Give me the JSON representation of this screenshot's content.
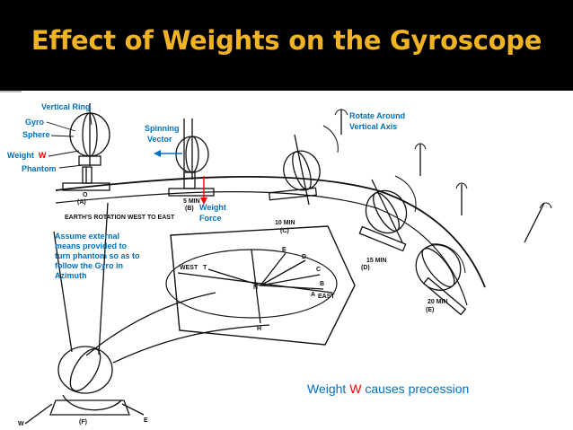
{
  "slide": {
    "title": "Effect of Weights on the Gyroscope"
  },
  "labels": {
    "vertical_ring": "Vertical Ring",
    "gyro_sphere_line1": "Gyro",
    "gyro_sphere_line2": "Sphere",
    "weight_prefix": "Weight",
    "weight_w": "W",
    "phantom": "Phantom",
    "spinning_vector_line1": "Spinning",
    "spinning_vector_line2": "Vector",
    "weight_force_line1": "Weight",
    "weight_force_line2": "Force",
    "rotate_around_line1": "Rotate Around",
    "rotate_around_line2": "Vertical Axis",
    "assume_line1": "Assume external",
    "assume_line2": "means provided to",
    "assume_line3": "turn phantom so as to",
    "assume_line4": "follow the Gyro in",
    "assume_line5": "Azimuth"
  },
  "drawing_text": {
    "earth_rotation": "EARTH'S ROTATION   WEST  TO  EAST",
    "pos_a": "(A)",
    "pos_b": "(B)",
    "pos_c": "(C)",
    "pos_d": "(D)",
    "pos_e": "(E)",
    "pos_f": "(F)",
    "pos_a_time": "O",
    "pos_b_time": "5 MIN",
    "pos_c_time": "10 MIN",
    "pos_d_time": "15 MIN",
    "pos_e_time": "20 MIN",
    "west": "WEST",
    "east": "EAST",
    "pt_t": "T",
    "pt_e": "E",
    "pt_d": "D",
    "pt_c": "C",
    "pt_b": "B",
    "pt_a": "A",
    "pt_n": "N",
    "pt_h": "H",
    "f_w": "W",
    "f_e": "E"
  },
  "caption": {
    "prefix": "Weight",
    "w": "W",
    "suffix": "causes precession"
  },
  "colors": {
    "title": "#f0b323",
    "label_blue": "#0070c0",
    "weight_red": "#ff0000",
    "title_bar": "#000000"
  }
}
